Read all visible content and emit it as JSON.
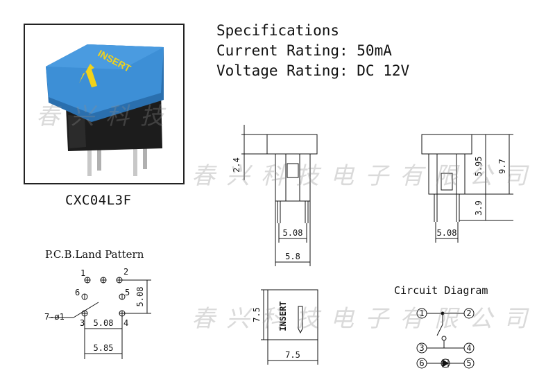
{
  "product": {
    "model": "CXC04L3F",
    "key_label": "INSERT"
  },
  "specifications": {
    "title": "Specifications",
    "current": "Current Rating: 50mA",
    "voltage": "Voltage Rating: DC 12V"
  },
  "side_view_dims": {
    "height_top": "2.4",
    "pin_pitch": "5.08",
    "body_width": "5.8"
  },
  "front_view_dims": {
    "upper": "5.95",
    "total": "9.7",
    "pin_length": "3.9",
    "pin_pitch": "5.08"
  },
  "top_view_dims": {
    "height": "7.5",
    "width": "7.5"
  },
  "pcb": {
    "title": "P.C.B.Land Pattern",
    "hole_label": "7-ø1",
    "vertical": "5.08",
    "horizontal": "5.08",
    "overall": "5.85",
    "pins": [
      "1",
      "2",
      "3",
      "4",
      "5",
      "6"
    ]
  },
  "circuit": {
    "title": "Circuit Diagram",
    "terminals": [
      "1",
      "2",
      "3",
      "4",
      "5",
      "6"
    ]
  },
  "watermark": {
    "line1": "春兴科技",
    "line2": "春兴科技电子有限公司",
    "line3": "春兴科技电子有限公司"
  },
  "colors": {
    "cap": "#3d8fd6",
    "cap_shadow": "#2a6fae",
    "arrow": "#f2d21a",
    "body": "#1c1c1c",
    "pins": "#c8c8c8"
  }
}
